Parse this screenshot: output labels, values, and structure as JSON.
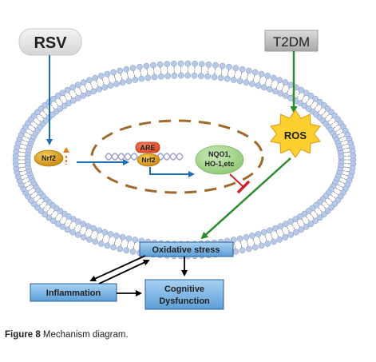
{
  "diagram": {
    "nodes": {
      "rsv": "RSV",
      "t2dm": "T2DM",
      "ros": "ROS",
      "nrf2_cytoplasm": "Nrf2",
      "are": "ARE",
      "nrf2_nucleus": "Nrf2",
      "nqo1_line1": "NQO1,",
      "nqo1_line2": "HO-1,etc",
      "oxidative_stress": "Oxidative stress",
      "inflammation": "Inflammation",
      "cognitive_line1": "Cognitive",
      "cognitive_line2": "Dysfunction"
    },
    "colors": {
      "rsv_box": "#e6e6e6",
      "t2dm_box": "#c4c4c4",
      "lipid_head": "#b7c9e8",
      "nuclear_membrane": "#a0692a",
      "nrf2_fill": "#d9a21f",
      "are_fill": "#e54f2b",
      "nqo1_fill": "#a7d58e",
      "ros_fill": "#fcd02f",
      "ros_stroke": "#e4a020",
      "activation_arrow_blue": "#1a6fb4",
      "activation_arrow_green": "#2b8c2b",
      "inhibition_red": "#d0202a",
      "box_fill": "#7ab6e6",
      "box_stroke": "#2c5d8c",
      "dna_helix": "#9097c8"
    }
  },
  "caption": {
    "label": "Figure 8",
    "text": " Mechanism diagram."
  }
}
